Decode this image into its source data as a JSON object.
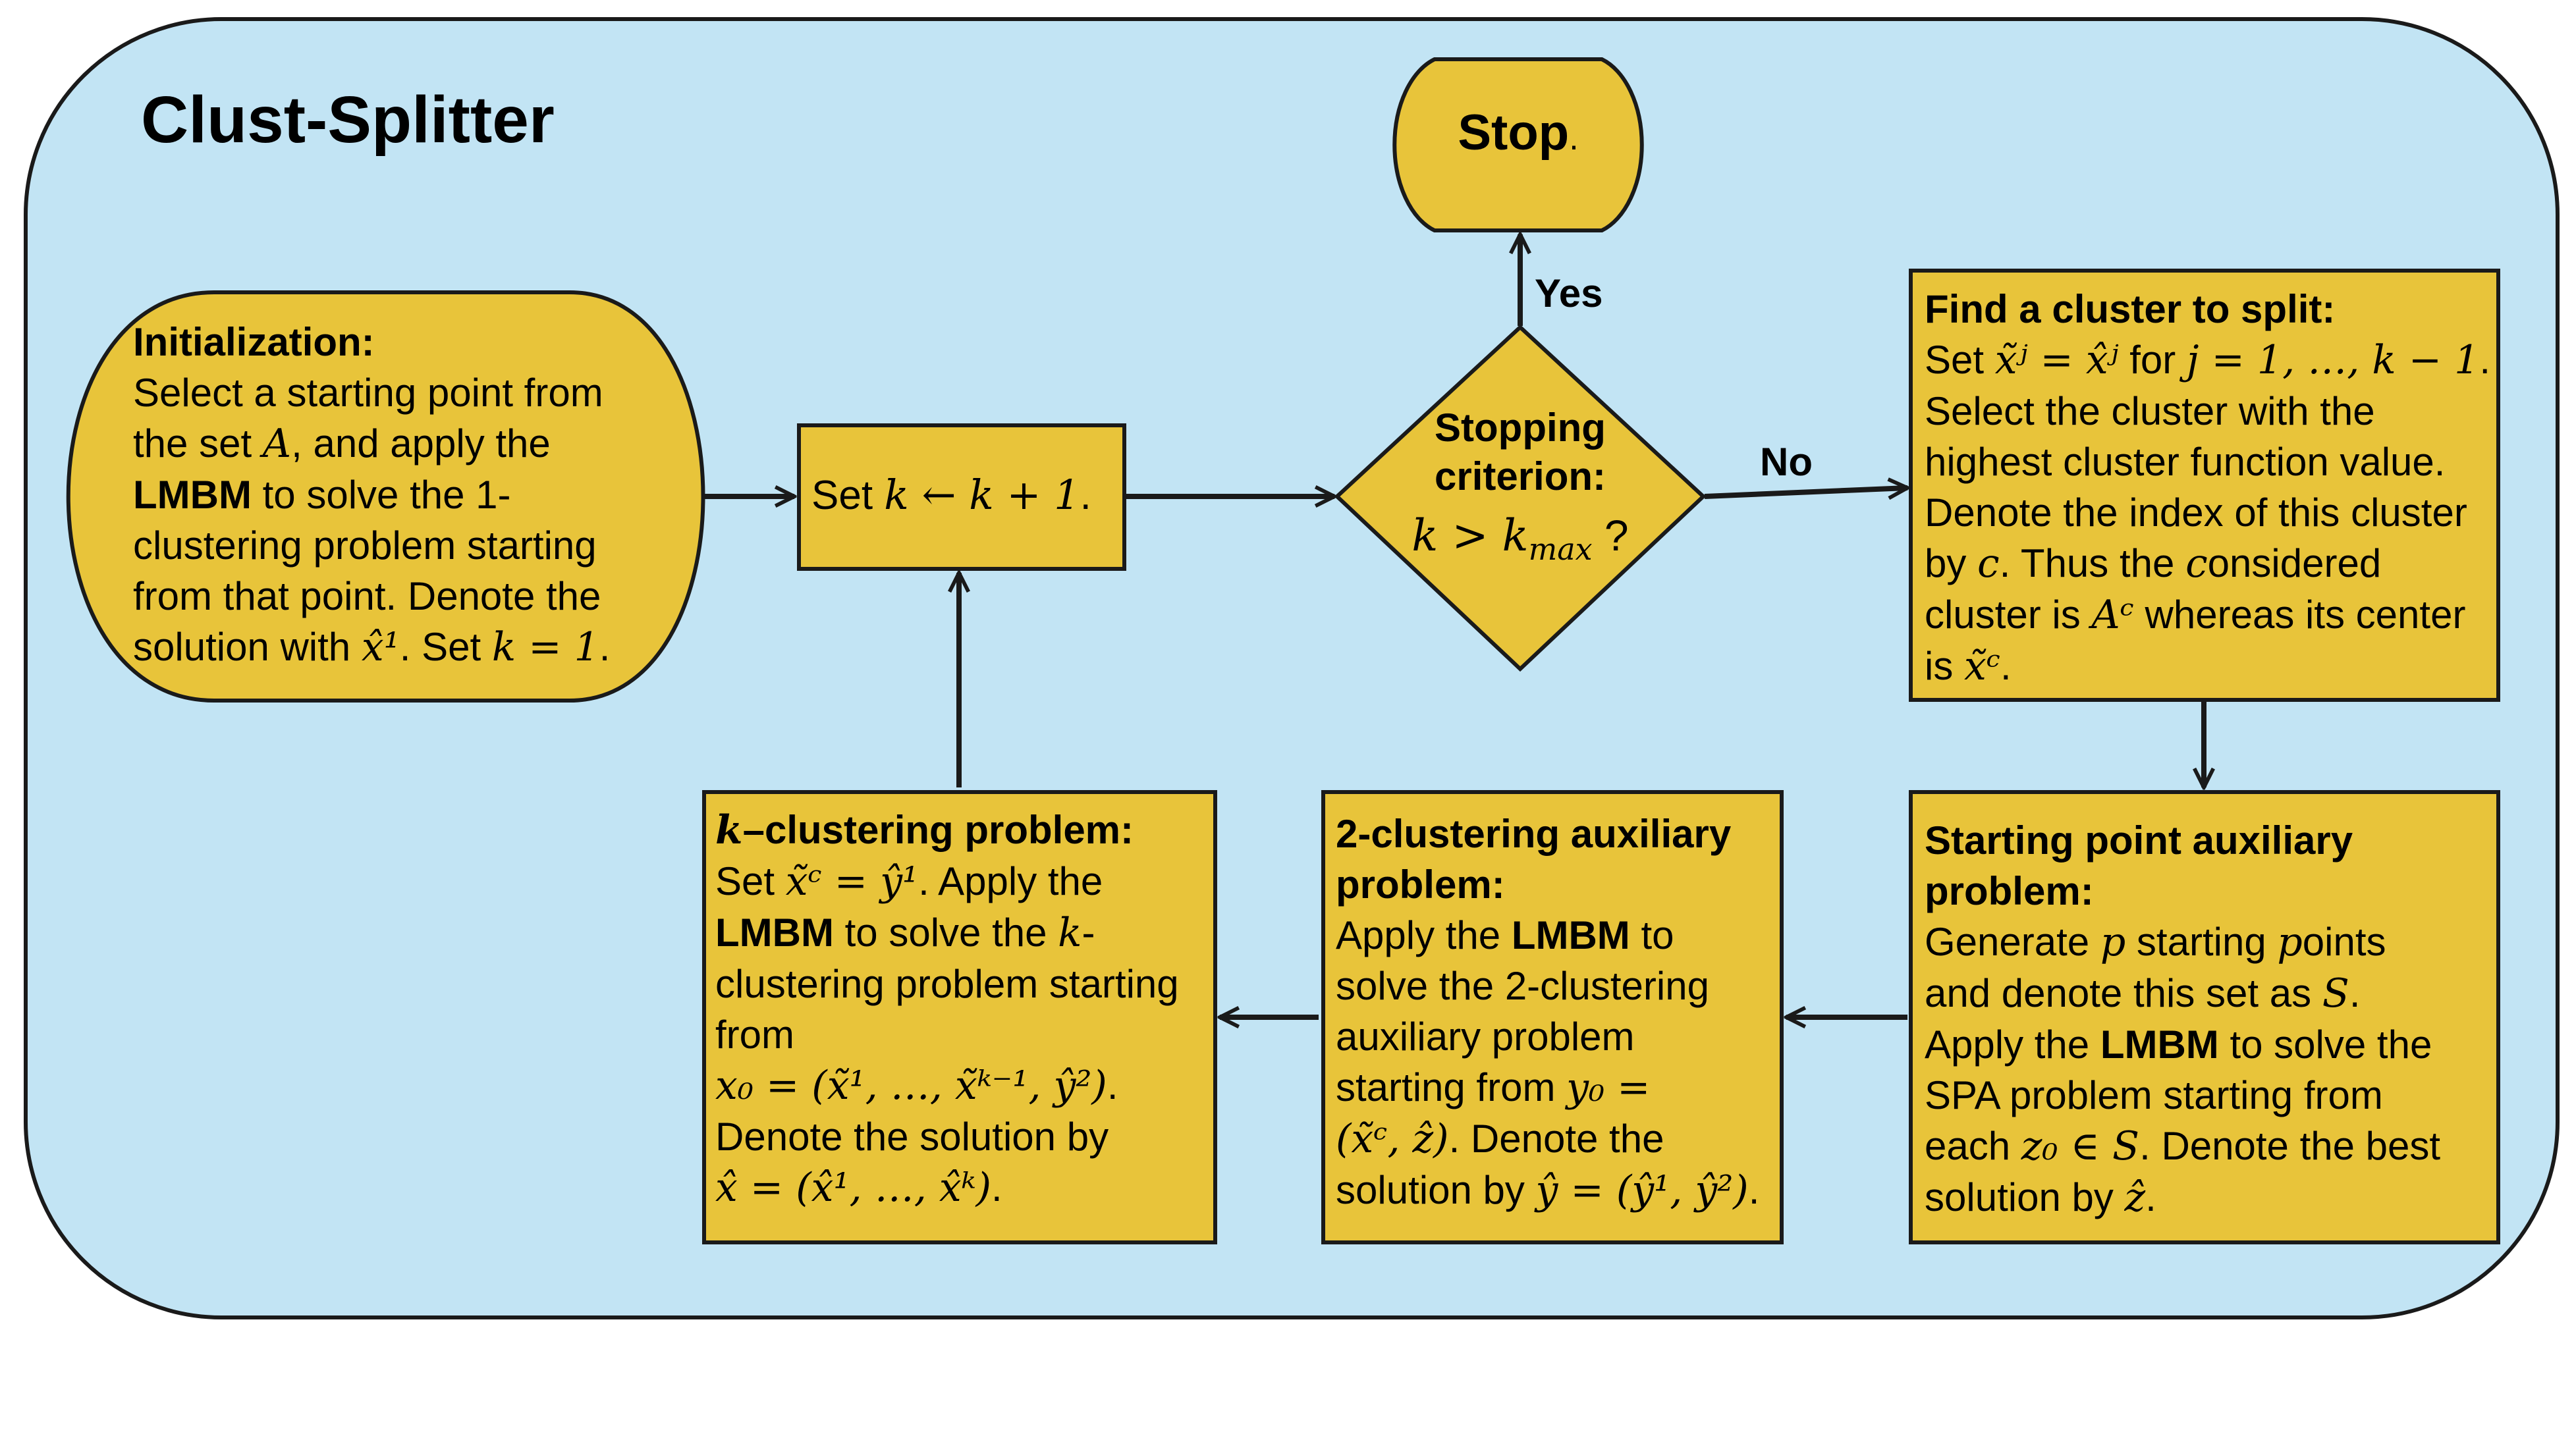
{
  "diagram": {
    "title": "Clust-Splitter",
    "stop": {
      "label": "Stop",
      "dot": "."
    },
    "init": {
      "heading": "Initialization:",
      "lines": [
        "Select a starting point from",
        "the set A, and apply the",
        "LMBM to solve the 1-",
        "clustering problem starting",
        "from that point. Denote the",
        "solution with x̂¹. Set k = 1."
      ]
    },
    "increment": {
      "text": "Set k ← k + 1."
    },
    "criterion": {
      "line1": "Stopping",
      "line2": "criterion:",
      "line3": "k > k_max ?",
      "yes_label": "Yes",
      "no_label": "No"
    },
    "find_cluster": {
      "heading": "Find a cluster to split:",
      "lines": [
        "Set x̃ʲ = x̂ʲ for j = 1, …, k − 1.",
        "Select the cluster with the",
        "highest cluster function value.",
        "Denote the index of this cluster",
        "by c. Thus the considered",
        "cluster is Aᶜ whereas its center",
        "is x̃ᶜ."
      ]
    },
    "starting_point": {
      "heading_lines": [
        "Starting point auxiliary",
        "problem:"
      ],
      "lines": [
        "Generate p starting points",
        "and denote this set as S.",
        "Apply the LMBM to solve the",
        "SPA problem starting from",
        "each z₀ ∈ S. Denote the best",
        "solution by ẑ."
      ]
    },
    "two_clustering": {
      "heading_lines": [
        "2-clustering auxiliary",
        "problem:"
      ],
      "lines": [
        "Apply the LMBM to",
        "solve the 2-clustering",
        "auxiliary problem",
        "starting from y₀ =",
        "(x̃ᶜ, ẑ). Denote the",
        "solution by ŷ = (ŷ¹, ŷ²)."
      ]
    },
    "k_clustering": {
      "heading": "k–clustering problem:",
      "lines": [
        "Set x̃ᶜ = ŷ¹. Apply the",
        "LMBM to solve the k-",
        "clustering problem starting",
        "from",
        "x₀ = (x̃¹, …, x̃ᵏ⁻¹, ŷ²).",
        "Denote the solution by",
        "x̂ = (x̂¹, …, x̂ᵏ)."
      ]
    },
    "colors": {
      "background": "#c2e4f4",
      "node_fill": "#e8c43a",
      "stroke": "#1a1a1a"
    }
  }
}
